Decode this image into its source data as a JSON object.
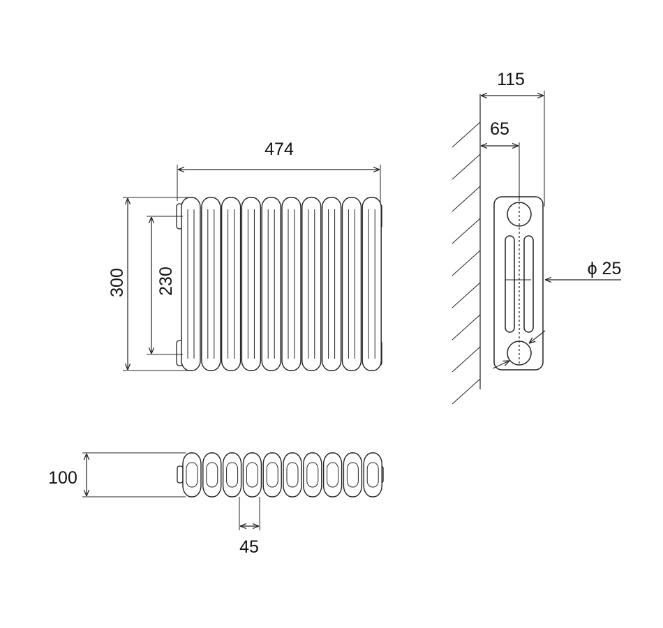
{
  "front_view": {
    "width_label": "474",
    "height_label": "300",
    "centres_label": "230",
    "columns": 10
  },
  "side_view": {
    "depth_label": "115",
    "wall_offset_label": "65",
    "pipe_label": "ϕ 25"
  },
  "top_view": {
    "depth_label": "100",
    "pitch_label": "45",
    "columns": 10
  },
  "colors": {
    "line": "#222222",
    "background": "#ffffff"
  }
}
